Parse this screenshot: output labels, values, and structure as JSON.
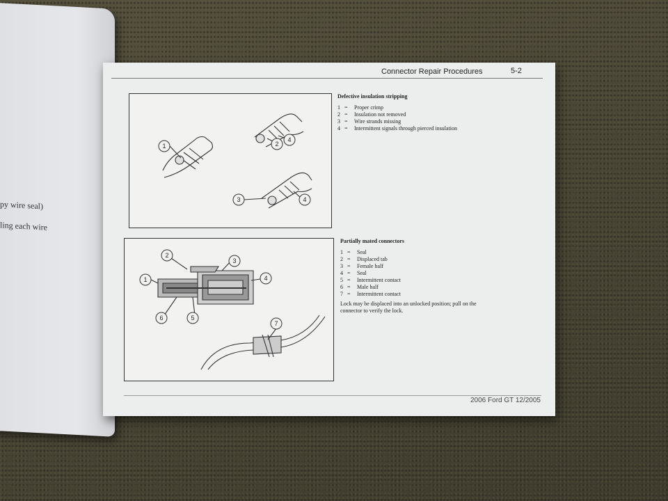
{
  "left_page": {
    "fragment_1": "py wire seal)",
    "fragment_2": "ling each wire"
  },
  "header": {
    "title": "Connector Repair Procedures",
    "page_number": "5-2"
  },
  "footer": {
    "text": "2006 Ford GT 12/2005"
  },
  "figure_1": {
    "callouts": [
      "1",
      "2",
      "4",
      "3",
      "4"
    ]
  },
  "figure_2": {
    "callouts": [
      "2",
      "3",
      "1",
      "4",
      "6",
      "5",
      "7"
    ]
  },
  "section_1": {
    "title": "Defective insulation stripping",
    "items": [
      {
        "n": "1",
        "text": "Proper crimp"
      },
      {
        "n": "2",
        "text": "Insulation not removed"
      },
      {
        "n": "3",
        "text": "Wire strands missing"
      },
      {
        "n": "4",
        "text": "Intermittent signals through pierced insulation"
      }
    ]
  },
  "section_2": {
    "title": "Partially mated connectors",
    "items": [
      {
        "n": "1",
        "text": "Seal"
      },
      {
        "n": "2",
        "text": "Displaced tab"
      },
      {
        "n": "3",
        "text": "Female half"
      },
      {
        "n": "4",
        "text": "Seal"
      },
      {
        "n": "5",
        "text": "Intermittent contact"
      },
      {
        "n": "6",
        "text": "Male half"
      },
      {
        "n": "7",
        "text": "Intermittent contact"
      }
    ],
    "note": "Lock may be displaced into an unlocked position; pull on the connector to verify the lock."
  },
  "equals_sign": "="
}
